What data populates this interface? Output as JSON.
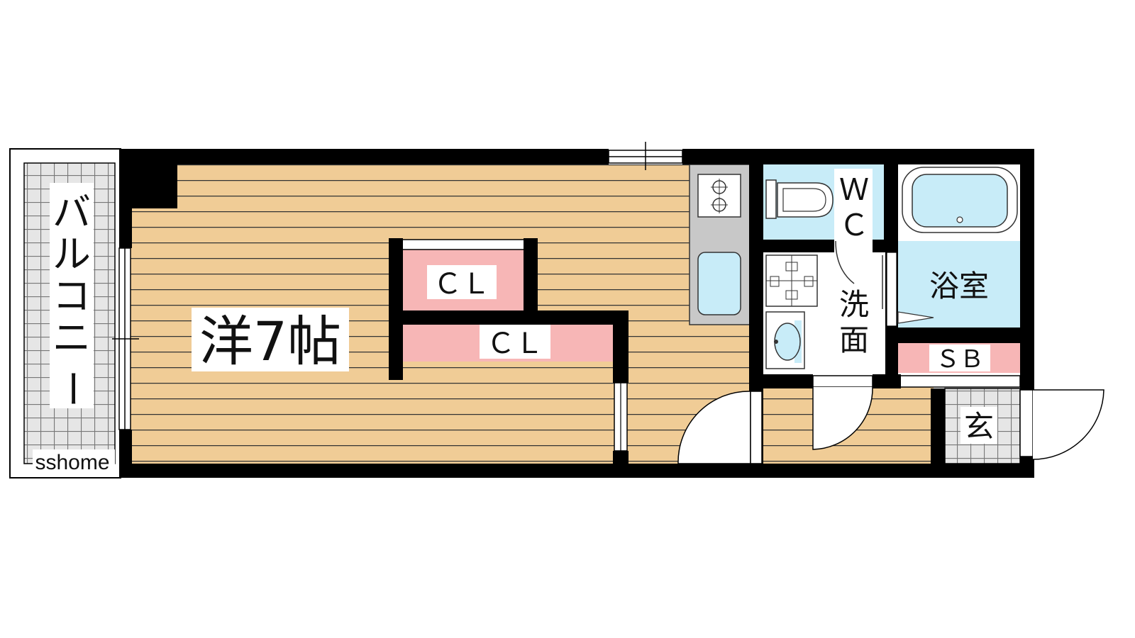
{
  "plan": {
    "rooms": {
      "western": "洋7帖",
      "balcony": [
        "バ",
        "ル",
        "コ",
        "ニ",
        "ー"
      ],
      "closet_1": "ＣＬ",
      "closet_2": "ＣＬ",
      "wc": [
        "Ｗ",
        "Ｃ"
      ],
      "bath": "浴室",
      "washroom": [
        "洗",
        "面"
      ],
      "shoebox": "ＳＢ",
      "entrance": "玄"
    },
    "watermark": "sshome"
  },
  "colors": {
    "floor": "#f0cc96",
    "floor_line": "#333333",
    "wall": "#000000",
    "closet": "#f7b6b6",
    "water": "#c8ecf8",
    "tile": "#e6e6e6",
    "tile_grid": "#777777",
    "kitchen_counter": "#c8c8c8"
  },
  "icons": [
    "gas-stove-icon",
    "sink-icon",
    "toilet-icon",
    "bathtub-icon",
    "washbasin-icon",
    "washing-machine-icon"
  ]
}
